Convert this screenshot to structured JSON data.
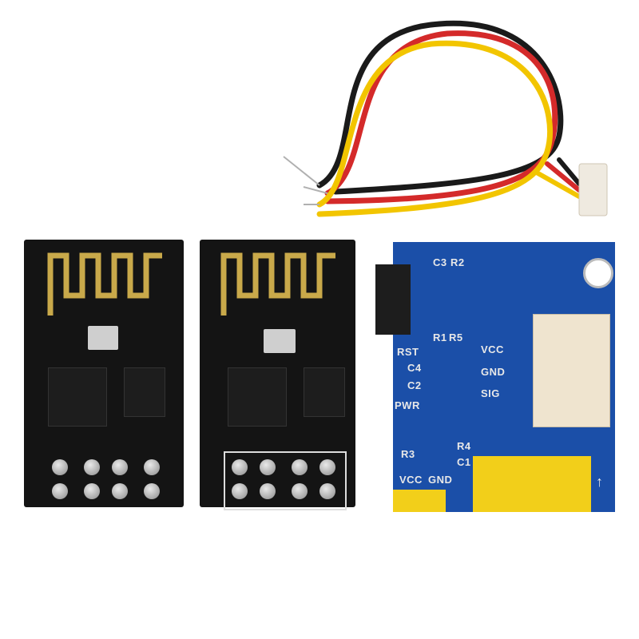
{
  "image": {
    "description": "Product photo of two ESP-01 WiFi modules and an ESP-01 WS2812 LED adapter board with a 3-wire JST cable",
    "cable": {
      "wire_colors": [
        "#1a1a1a",
        "#d42a2a",
        "#f2c500"
      ]
    },
    "adapter_board": {
      "labels": {
        "c3": "C3",
        "r2": "R2",
        "r1": "R1",
        "r5": "R5",
        "rst": "RST",
        "c4": "C4",
        "c2": "C2",
        "pwr": "PWR",
        "r3": "R3",
        "r4": "R4",
        "c1": "C1",
        "vcc_pin": "VCC",
        "gnd_pin": "GND",
        "conn_vcc": "VCC",
        "conn_gnd": "GND",
        "conn_sig": "SIG",
        "arrow": "↑"
      },
      "colors": {
        "pcb": "#1b4fa8",
        "header": "#f2cf1a",
        "connector": "#efe4cf"
      }
    },
    "module_colors": {
      "pcb": "#141414",
      "antenna": "#c9a94a"
    }
  }
}
